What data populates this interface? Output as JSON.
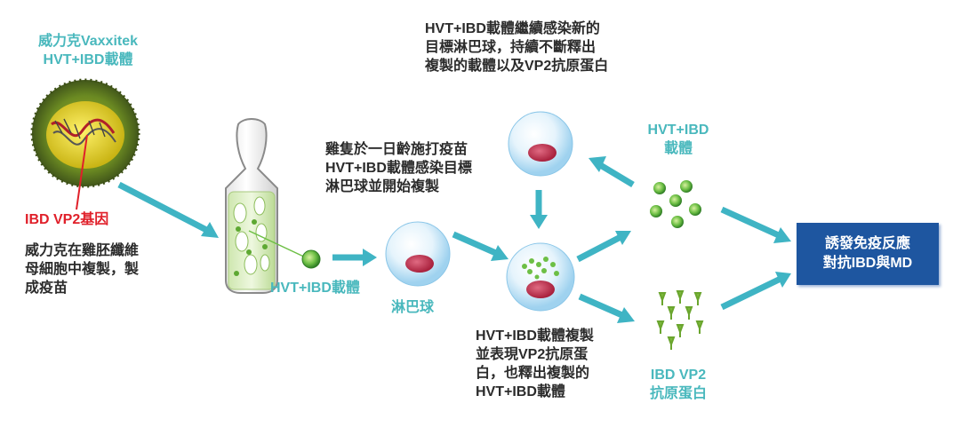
{
  "labels": {
    "vector_name": "威力克Vaxxitek\nHVT+IBD載體",
    "gene": "IBD VP2基因",
    "culture": "威力克在雞胚纖維\n母細胞中複製，製\n成疫苗",
    "vaccinate": "雞隻於一日齡施打疫苗\nHVT+IBD載體感染目標\n淋巴球並開始複製",
    "hvt_ibd_vector": "HVT+IBD載體",
    "lymphocyte": "淋巴球",
    "continue_infect": "HVT+IBD載體繼續感染新的\n目標淋巴球，持續不斷釋出\n複製的載體以及VP2抗原蛋白",
    "replicate_express": "HVT+IBD載體複製\n並表現VP2抗原蛋\n白，也釋出複製的\nHVT+IBD載體",
    "carrier": "HVT+IBD\n載體",
    "antigen": "IBD VP2\n抗原蛋白",
    "result": "誘發免疫反應\n對抗IBD與MD"
  },
  "colors": {
    "teal": "#49b8bd",
    "red": "#e0202a",
    "navy": "#1e56a0",
    "arrow": "#3fb4c4",
    "virus_yellow": "#d6c51a",
    "virus_green": "#5b7a1f",
    "cell_blue": "#cfe9f8",
    "nucleus": "#c8324f",
    "particle_green": "#6dbf45"
  }
}
